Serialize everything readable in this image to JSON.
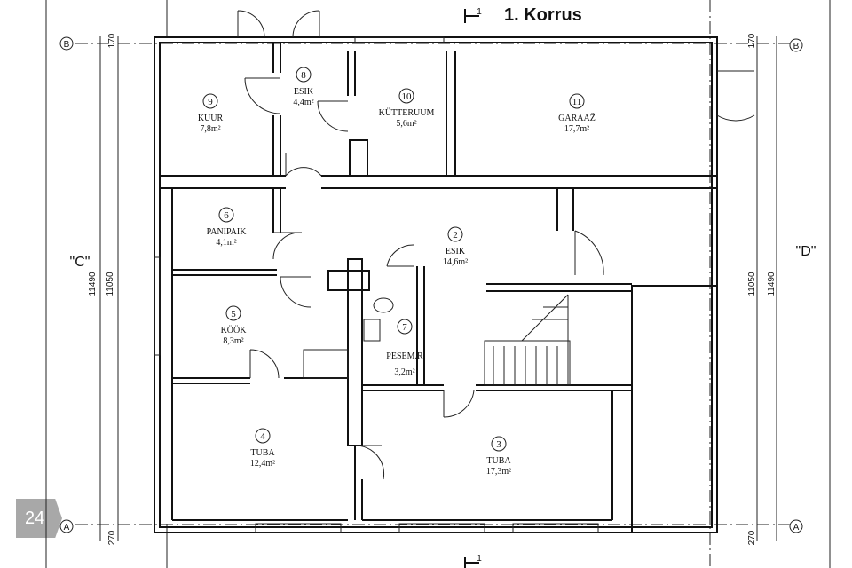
{
  "title": "1. Korrus",
  "page_number": "24",
  "section_marker": "1",
  "axes": {
    "top": "B",
    "bottom": "A",
    "left_side": "\"C\"",
    "right_side": "\"D\""
  },
  "dimensions": {
    "outer": "11490",
    "inner": "11050",
    "top_offset": "170",
    "bottom_offset": "270"
  },
  "rooms": [
    {
      "no": "9",
      "name": "KUUR",
      "area": "7,8m²"
    },
    {
      "no": "8",
      "name": "ESIK",
      "area": "4,4m²"
    },
    {
      "no": "10",
      "name": "KÜTTERUUM",
      "area": "5,6m²"
    },
    {
      "no": "11",
      "name": "GARAAŽ",
      "area": "17,7m²"
    },
    {
      "no": "6",
      "name": "PANIPAIK",
      "area": "4,1m²"
    },
    {
      "no": "2",
      "name": "ESIK",
      "area": "14,6m²"
    },
    {
      "no": "5",
      "name": "KÖÖK",
      "area": "8,3m²"
    },
    {
      "no": "7",
      "name": "PESEM.R",
      "area": "3,2m²"
    },
    {
      "no": "4",
      "name": "TUBA",
      "area": "12,4m²"
    },
    {
      "no": "3",
      "name": "TUBA",
      "area": "17,3m²"
    }
  ]
}
